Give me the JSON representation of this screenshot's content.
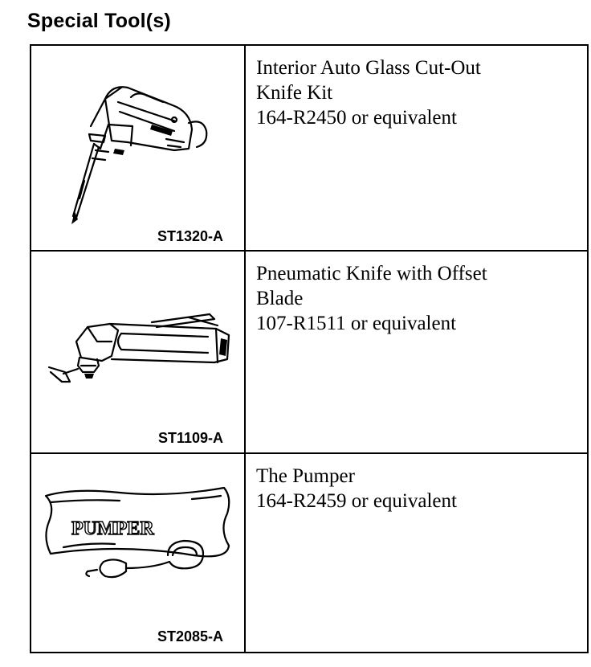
{
  "heading": "Special Tool(s)",
  "tools": [
    {
      "code": "ST1320-A",
      "lines": [
        "Interior Auto Glass Cut-Out",
        "Knife Kit",
        "164-R2450 or equivalent"
      ],
      "icon": "cut-out-knife-icon"
    },
    {
      "code": "ST1109-A",
      "lines": [
        "Pneumatic Knife with Offset",
        "Blade",
        "107-R1511 or equivalent"
      ],
      "icon": "pneumatic-knife-icon"
    },
    {
      "code": "ST2085-A",
      "lines": [
        "The Pumper",
        "164-R2459 or equivalent"
      ],
      "icon": "pumper-icon",
      "image_text": "PUMPER"
    }
  ]
}
